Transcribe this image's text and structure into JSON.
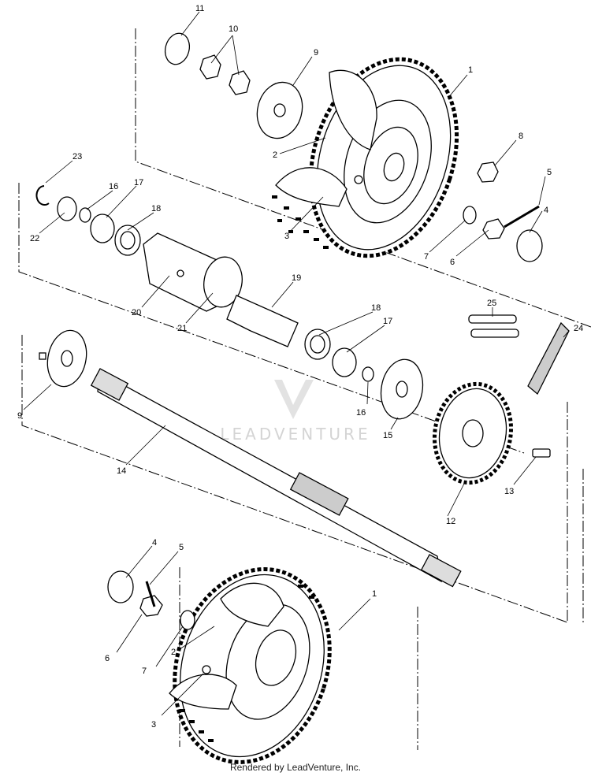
{
  "diagram": {
    "callouts": {
      "c1_upper": "1",
      "c2_upper": "2",
      "c3_upper": "3",
      "c4_right": "4",
      "c5_right": "5",
      "c6_right": "6",
      "c7_right": "7",
      "c8": "8",
      "c9_upper": "9",
      "c10": "10",
      "c11": "11",
      "c16_left": "16",
      "c17_left": "17",
      "c18_left": "18",
      "c19": "19",
      "c20": "20",
      "c21": "21",
      "c22": "22",
      "c23": "23",
      "c25": "25",
      "c24": "24",
      "c18_right": "18",
      "c17_right": "17",
      "c16_right": "16",
      "c15": "15",
      "c9_left": "9",
      "c14": "14",
      "c13": "13",
      "c12": "12",
      "c4_lower": "4",
      "c5_lower": "5",
      "c6_lower": "6",
      "c7_lower": "7",
      "c2_lower": "2",
      "c1_lower": "1",
      "c3_lower": "3"
    },
    "watermark_text": "LEADVENTURE"
  },
  "footer": {
    "credit": "Rendered by LeadVenture, Inc."
  }
}
